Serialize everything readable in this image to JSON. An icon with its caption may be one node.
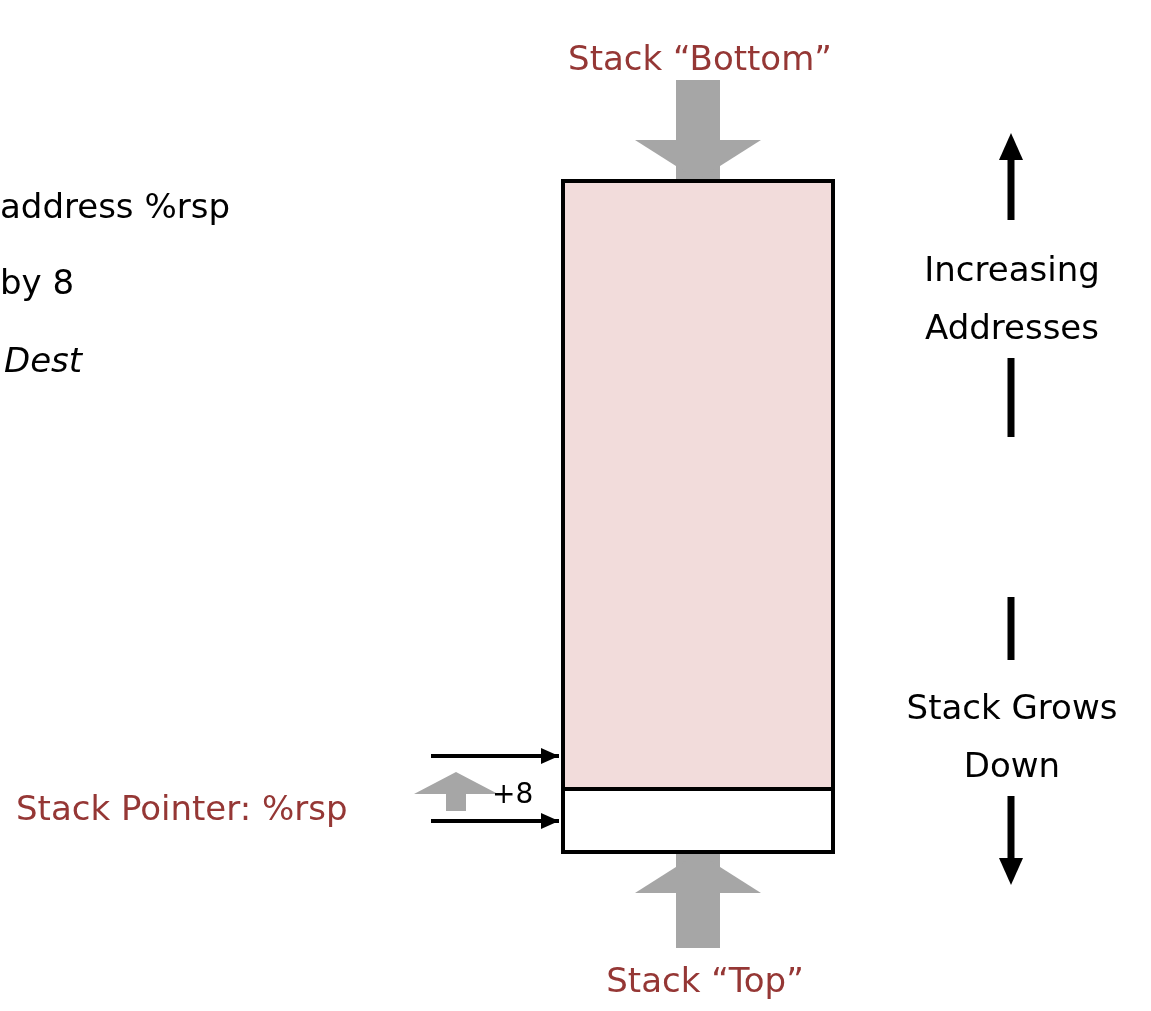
{
  "diagram": {
    "nodes": [
      {
        "text": [
          "Stack “Bottom”"
        ]
      },
      {
        "text": [],
        "shape": "box"
      },
      {
        "text": [],
        "shape": "box"
      },
      {
        "text": [
          "Stack “Top”"
        ]
      },
      {
        "text": [
          "Stack Pointer: %rsp"
        ]
      }
    ],
    "edges": [
      {
        "from": 0,
        "to": 1,
        "arrow": "to",
        "style": "thick",
        "color": "#a6a6a6"
      },
      {
        "from": 3,
        "to": 2,
        "arrow": "to",
        "style": "thick",
        "color": "#a6a6a6"
      },
      {
        "from": null,
        "to": 1,
        "arrow": "to",
        "color": "#000000"
      },
      {
        "from": null,
        "to": 2,
        "arrow": "to",
        "color": "#000000"
      }
    ],
    "labels": [
      "address %rsp",
      "by 8",
      "Dest",
      "+8",
      "Increasing Addresses",
      "Stack Grows Down"
    ]
  }
}
